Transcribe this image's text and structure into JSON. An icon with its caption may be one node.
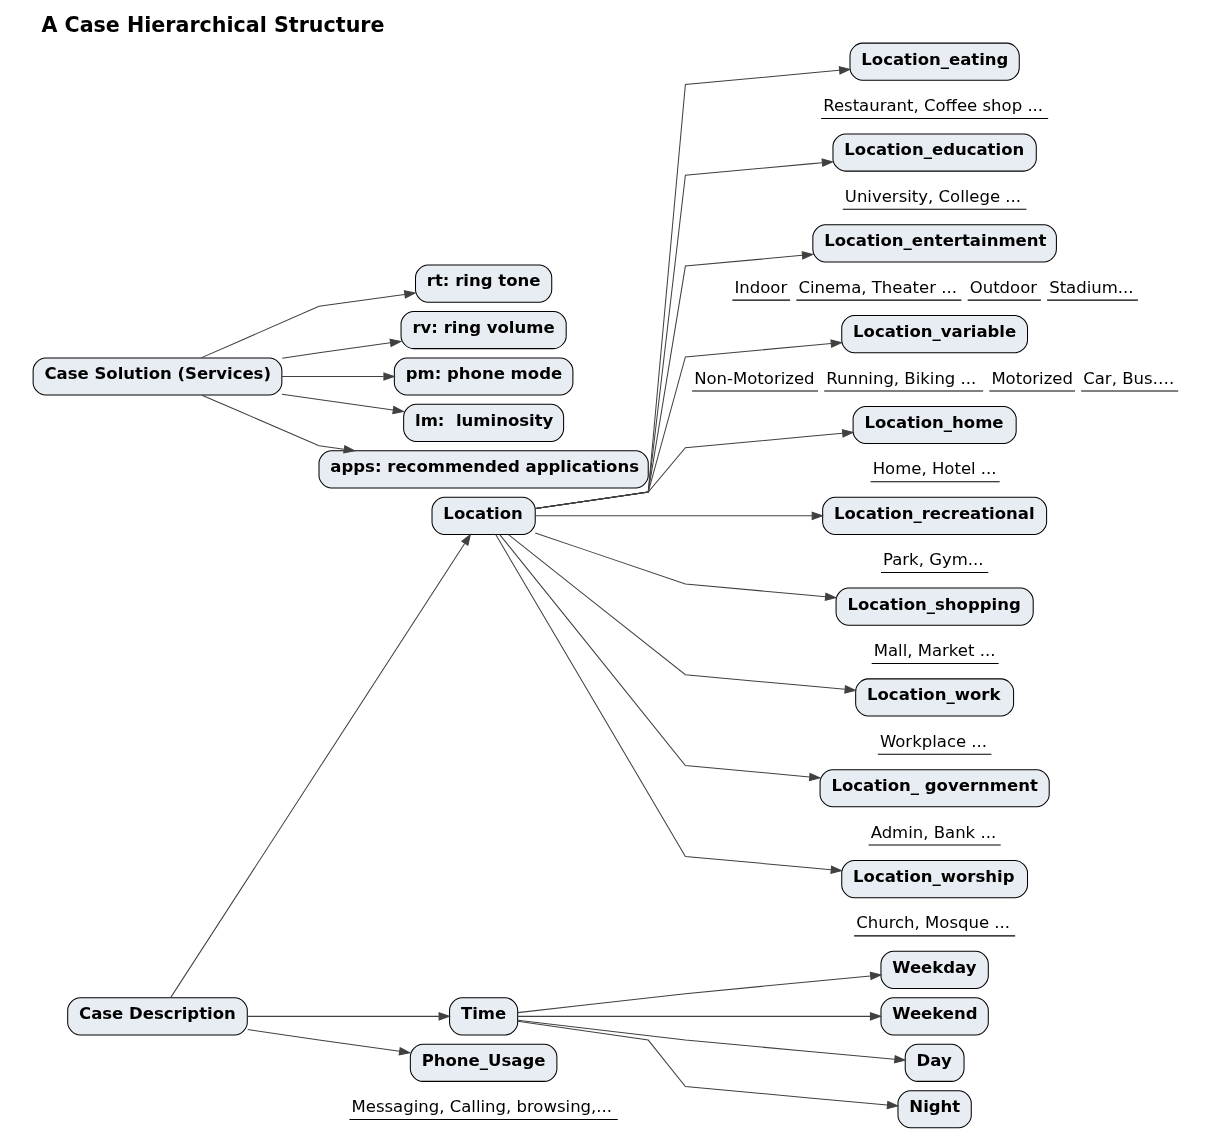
{
  "diagram": {
    "title": "A Case Hierarchical Structure",
    "nodes": [
      {
        "text": [
          "Case Description"
        ]
      },
      {
        "text": [
          "Case Solution (Services)"
        ]
      },
      {
        "text": [
          "rt: ring tone"
        ]
      },
      {
        "text": [
          "rv: ring volume"
        ]
      },
      {
        "text": [
          "pm: phone mode"
        ]
      },
      {
        "text": [
          "lm:  luminosity"
        ]
      },
      {
        "text": [
          "apps: recommended applications"
        ]
      },
      {
        "text": [
          "Location"
        ]
      },
      {
        "text": [
          "Location_eating"
        ],
        "beside": [
          "Restaurant, Coffee shop ..."
        ]
      },
      {
        "text": [
          "Location_education"
        ],
        "beside": [
          "University, College ..."
        ]
      },
      {
        "text": [
          "Location_entertainment"
        ],
        "beside": [
          "Indoor",
          "Cinema, Theater ...",
          "Outdoor",
          "Stadium..."
        ]
      },
      {
        "text": [
          "Location_variable"
        ],
        "beside": [
          "Non-Motorized",
          "Running, Biking ...",
          "Motorized",
          "Car, Bus…."
        ]
      },
      {
        "text": [
          "Location_home"
        ],
        "beside": [
          "Home, Hotel ..."
        ]
      },
      {
        "text": [
          "Location_recreational"
        ],
        "beside": [
          "Park, Gym..."
        ]
      },
      {
        "text": [
          "Location_shopping"
        ],
        "beside": [
          "Mall, Market ..."
        ]
      },
      {
        "text": [
          "Location_work"
        ],
        "beside": [
          "Workplace ..."
        ]
      },
      {
        "text": [
          "Location_ government"
        ],
        "beside": [
          "Admin, Bank ..."
        ]
      },
      {
        "text": [
          "Location_worship"
        ],
        "beside": [
          "Church, Mosque ..."
        ]
      },
      {
        "text": [
          "Time"
        ]
      },
      {
        "text": [
          "Weekday"
        ]
      },
      {
        "text": [
          "Weekend"
        ]
      },
      {
        "text": [
          "Day"
        ]
      },
      {
        "text": [
          "Night"
        ]
      },
      {
        "text": [
          "Phone_Usage"
        ],
        "beside": [
          "Messaging, Calling, browsing,..."
        ]
      }
    ],
    "edges": [
      {
        "from": 1,
        "to": 2,
        "arrow": "to"
      },
      {
        "from": 1,
        "to": 3,
        "arrow": "to"
      },
      {
        "from": 1,
        "to": 4,
        "arrow": "to"
      },
      {
        "from": 1,
        "to": 5,
        "arrow": "to"
      },
      {
        "from": 1,
        "to": 6,
        "arrow": "to"
      },
      {
        "from": 0,
        "to": 7,
        "arrow": "to"
      },
      {
        "from": 7,
        "to": 8,
        "arrow": "to"
      },
      {
        "from": 7,
        "to": 9,
        "arrow": "to"
      },
      {
        "from": 7,
        "to": 10,
        "arrow": "to"
      },
      {
        "from": 7,
        "to": 11,
        "arrow": "to"
      },
      {
        "from": 7,
        "to": 12,
        "arrow": "to"
      },
      {
        "from": 7,
        "to": 13,
        "arrow": "to"
      },
      {
        "from": 7,
        "to": 14,
        "arrow": "to"
      },
      {
        "from": 7,
        "to": 15,
        "arrow": "to"
      },
      {
        "from": 7,
        "to": 16,
        "arrow": "to"
      },
      {
        "from": 7,
        "to": 17,
        "arrow": "to"
      },
      {
        "from": 0,
        "to": 18,
        "arrow": "to"
      },
      {
        "from": 18,
        "to": 19,
        "arrow": "to"
      },
      {
        "from": 18,
        "to": 20,
        "arrow": "to"
      },
      {
        "from": 18,
        "to": 21,
        "arrow": "to"
      },
      {
        "from": 18,
        "to": 22,
        "arrow": "to"
      },
      {
        "from": 0,
        "to": 23,
        "arrow": "to"
      }
    ]
  }
}
